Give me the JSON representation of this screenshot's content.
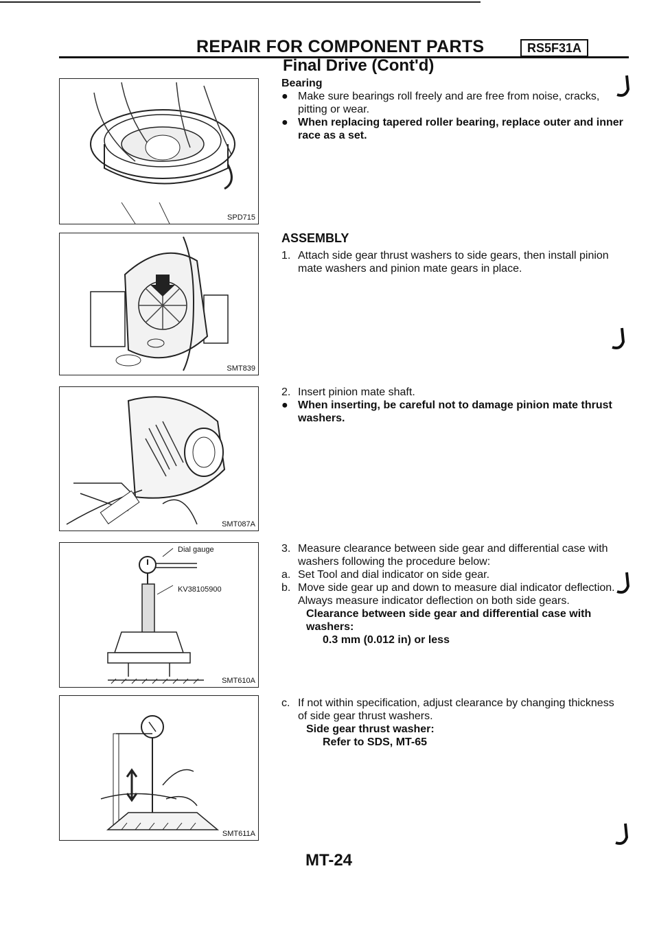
{
  "header": {
    "title": "REPAIR FOR COMPONENT PARTS",
    "code": "RS5F31A"
  },
  "section_title": "Final Drive (Cont'd)",
  "figures": [
    {
      "label": "SPD715"
    },
    {
      "label": "SMT839"
    },
    {
      "label": "SMT087A"
    },
    {
      "label": "SMT610A",
      "callouts": [
        "Dial gauge",
        "KV38105900"
      ]
    },
    {
      "label": "SMT611A"
    }
  ],
  "bearing": {
    "heading": "Bearing",
    "bullet1": "Make sure bearings roll freely and are free from noise, cracks, pitting or wear.",
    "bullet2": "When replacing tapered roller bearing, replace outer and inner race as a set."
  },
  "assembly": {
    "heading": "ASSEMBLY",
    "step1_num": "1.",
    "step1": "Attach side gear thrust washers to side gears, then install pinion mate washers and pinion mate gears in place.",
    "step2_num": "2.",
    "step2": "Insert pinion mate shaft.",
    "step2_note": "When inserting, be careful not to damage pinion mate thrust washers.",
    "step3_num": "3.",
    "step3": "Measure clearance between side gear and differential case with washers following the procedure below:",
    "step3a_num": "a.",
    "step3a": "Set Tool and dial indicator on side gear.",
    "step3b_num": "b.",
    "step3b": "Move side gear up and down to measure dial indicator deflection. Always measure indicator deflection on both side gears.",
    "spec_label": "Clearance between side gear and differential case with washers:",
    "spec_value": "0.3 mm (0.012 in) or less",
    "step3c_num": "c.",
    "step3c": "If not within specification, adjust clearance by changing thickness of side gear thrust washers.",
    "washer_label": "Side gear thrust washer:",
    "washer_ref": "Refer to SDS, MT-65"
  },
  "bullet_glyph": "●",
  "page_number": "MT-24"
}
